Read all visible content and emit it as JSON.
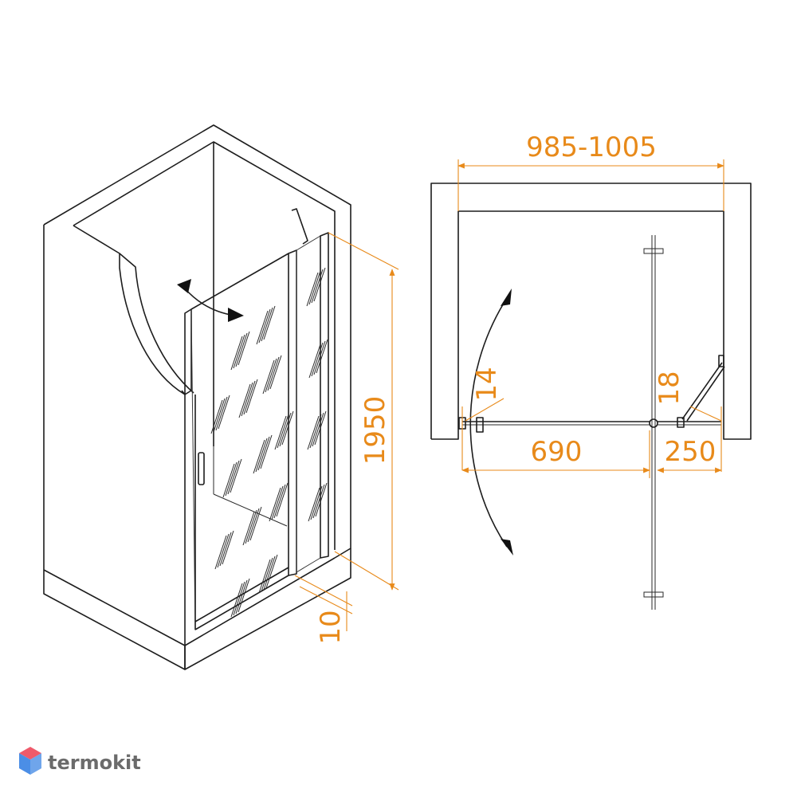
{
  "colors": {
    "dimension": "#e88a1a",
    "line": "#1d1d1d",
    "watermark_top": "#ef5a6b",
    "watermark_side": "#4b8ee6"
  },
  "dimensions": {
    "width_range": "985-1005",
    "height": "1950",
    "threshold": "10",
    "wall_gap_left": "14",
    "wall_gap_right": "18",
    "door_width": "690",
    "fixed_panel_width": "250"
  },
  "watermark": {
    "text": "termokit",
    "icon": "cube-logo-icon"
  }
}
